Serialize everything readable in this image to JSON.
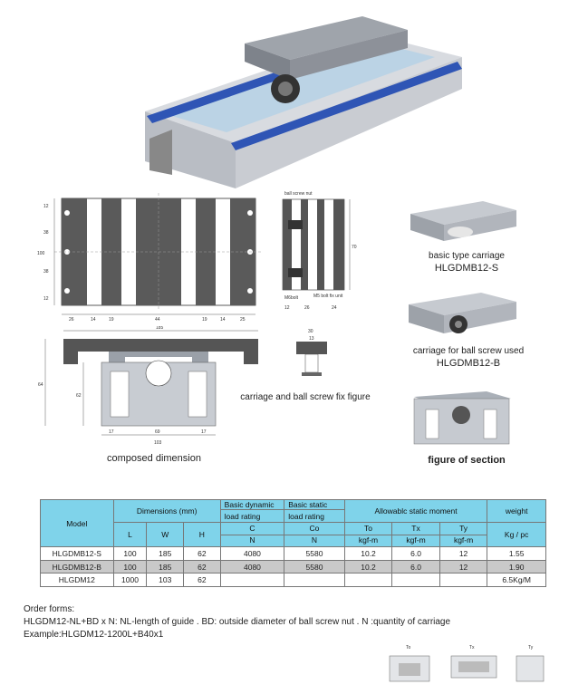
{
  "captions": {
    "basic_type": "basic type carriage",
    "basic_type_code": "HLGDMB12-S",
    "ball_screw": "carriage for ball screw used",
    "ball_screw_code": "HLGDMB12-B",
    "section": "figure of section",
    "composed": "composed dimension",
    "fix_figure": "carriage and ball screw fix figure"
  },
  "drawing_labels": {
    "ball_screw_nut": "ball screw nut",
    "bolt": "M6bolt",
    "fix_unit": "M5 bolt fix unit",
    "top_dims": [
      "26",
      "14",
      "19",
      "44",
      "19",
      "14",
      "25"
    ],
    "overall_width": "185",
    "side_dims": [
      "12",
      "38",
      "38",
      "12"
    ],
    "side_total": "100",
    "section_dims": [
      "12",
      "26",
      "24"
    ],
    "right_height": "70",
    "front_height": "64",
    "front_inner": "62",
    "front_bottom": [
      "17",
      "69",
      "17"
    ],
    "front_total": "103",
    "fix_dims": [
      "30",
      "13"
    ]
  },
  "table": {
    "header": {
      "model": "Model",
      "dimensions": "Dimensions (mm)",
      "dyn_1": "Basic dynamic",
      "dyn_2": "load rating",
      "stat_1": "Basic static",
      "stat_2": "load rating",
      "moment": "Allowablc static moment",
      "weight": "weight",
      "L": "L",
      "W": "W",
      "H": "H",
      "C": "C",
      "Co": "Co",
      "To": "To",
      "Tx": "Tx",
      "Ty": "Ty",
      "N1": "N",
      "N2": "N",
      "kgf1": "kgf-m",
      "kgf2": "kgf-m",
      "kgf3": "kgf-m",
      "wunit": "Kg / pc"
    },
    "rows": [
      {
        "model": "HLGDMB12-S",
        "L": "100",
        "W": "185",
        "H": "62",
        "C": "4080",
        "Co": "5580",
        "To": "10.2",
        "Tx": "6.0",
        "Ty": "12",
        "weight": "1.55"
      },
      {
        "model": "HLGDMB12-B",
        "L": "100",
        "W": "185",
        "H": "62",
        "C": "4080",
        "Co": "5580",
        "To": "10.2",
        "Tx": "6.0",
        "Ty": "12",
        "weight": "1.90"
      },
      {
        "model": "HLGDM12",
        "L": "1000",
        "W": "103",
        "H": "62",
        "C": "",
        "Co": "",
        "To": "",
        "Tx": "",
        "Ty": "",
        "weight": "6.5Kg/M"
      }
    ]
  },
  "order": {
    "title": "Order forms:",
    "line1": "HLGDM12-NL+BD x N: NL-length of guide . BD: outside diameter of ball screw nut . N :quantity of carriage",
    "line2": "Example:HLGDM12-1200L+B40x1"
  },
  "moment_icons": [
    "To",
    "Tx",
    "Ty"
  ]
}
